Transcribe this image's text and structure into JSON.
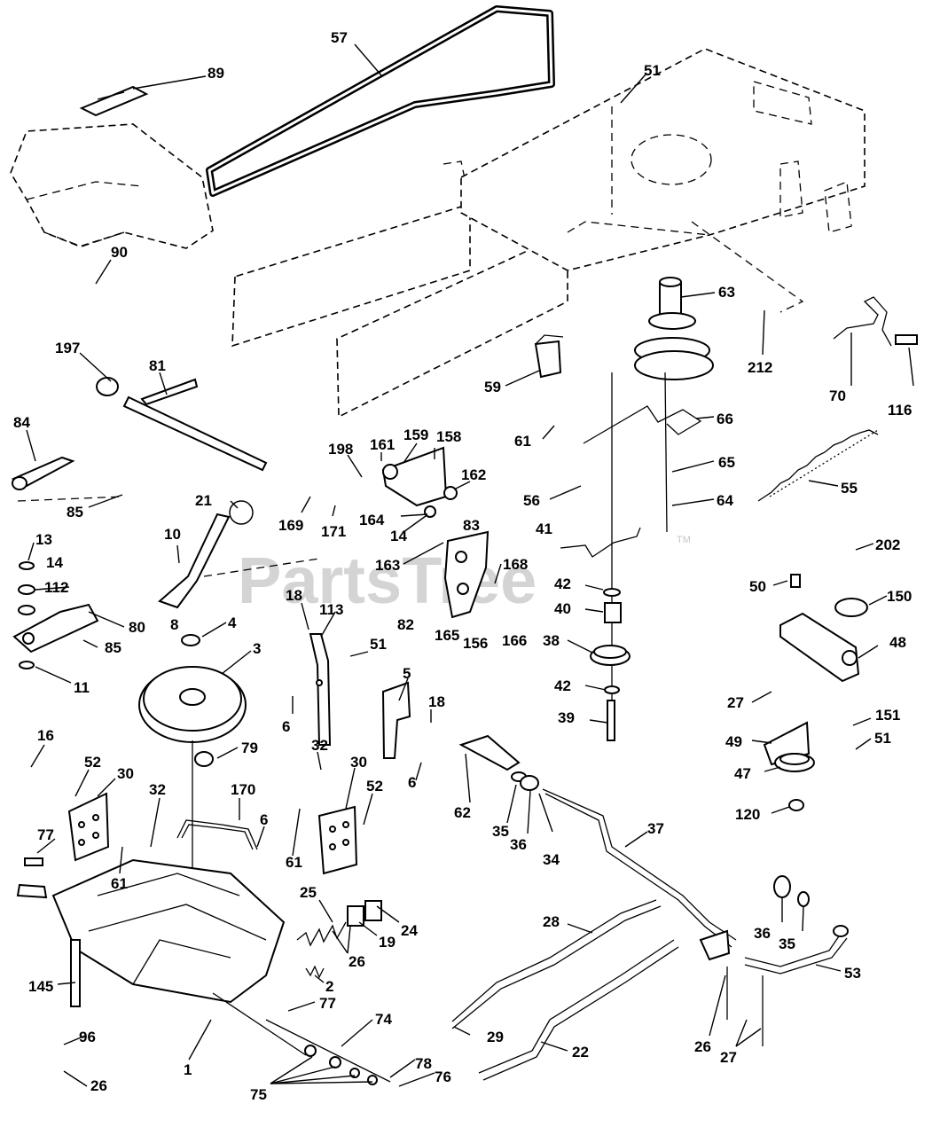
{
  "watermark": {
    "text": "PartsTree",
    "tm": "TM"
  },
  "callouts": {
    "c57": "57",
    "c51a": "51",
    "c89": "89",
    "c90": "90",
    "c63": "63",
    "c212": "212",
    "c70": "70",
    "c116": "116",
    "c197": "197",
    "c81": "81",
    "c59": "59",
    "c61a": "61",
    "c66": "66",
    "c65": "65",
    "c64": "64",
    "c55": "55",
    "c84": "84",
    "c85a": "85",
    "c198": "198",
    "c161": "161",
    "c159": "159",
    "c158": "158",
    "c162": "162",
    "c56": "56",
    "c21": "21",
    "c169": "169",
    "c171": "171",
    "c164": "164",
    "c14a": "14",
    "c83": "83",
    "c41": "41",
    "c202": "202",
    "c10": "10",
    "c163": "163",
    "c168": "168",
    "c42a": "42",
    "c50": "50",
    "c150": "150",
    "c13": "13",
    "c14b": "14",
    "c112": "112",
    "c8": "8",
    "c82": "82",
    "c165": "165",
    "c156": "156",
    "c166": "166",
    "c40": "40",
    "c80": "80",
    "c18a": "18",
    "c113": "113",
    "c4": "4",
    "c38": "38",
    "c48": "48",
    "c85b": "85",
    "c3": "3",
    "c51b": "51",
    "c11": "11",
    "c5": "5",
    "c18b": "18",
    "c42b": "42",
    "c6a": "6",
    "c27a": "27",
    "c39": "39",
    "c151": "151",
    "c16": "16",
    "c32a": "32",
    "c79": "79",
    "c49": "49",
    "c51c": "51",
    "c30a": "30",
    "c30b": "30",
    "c52a": "52",
    "c6b": "6",
    "c47": "47",
    "c32b": "32",
    "c170": "170",
    "c52b": "52",
    "c62": "62",
    "c120": "120",
    "c35a": "35",
    "c36a": "36",
    "c6c": "6",
    "c37": "37",
    "c77a": "77",
    "c61b": "61",
    "c61c": "61",
    "c34": "34",
    "c25": "25",
    "c24": "24",
    "c19": "19",
    "c28": "28",
    "c26a": "26",
    "c36b": "36",
    "c35b": "35",
    "c53": "53",
    "c145": "145",
    "c2": "2",
    "c77b": "77",
    "c74": "74",
    "c29": "29",
    "c96": "96",
    "c22": "22",
    "c26b": "26",
    "c78": "78",
    "c76": "76",
    "c1": "1",
    "c26c": "26",
    "c27b": "27",
    "c75": "75"
  }
}
